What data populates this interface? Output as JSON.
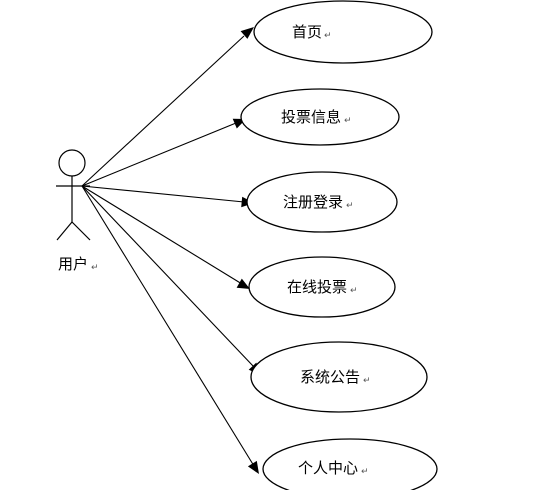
{
  "actor": {
    "label": "用户",
    "para_mark": "↵"
  },
  "use_cases": [
    {
      "id": "home",
      "label": "首页",
      "para_mark": "↵"
    },
    {
      "id": "vote-info",
      "label": "投票信息",
      "para_mark": "↵"
    },
    {
      "id": "register-login",
      "label": "注册登录",
      "para_mark": "↵"
    },
    {
      "id": "online-vote",
      "label": "在线投票",
      "para_mark": "↵"
    },
    {
      "id": "system-notice",
      "label": "系统公告",
      "para_mark": "↵"
    },
    {
      "id": "personal-center",
      "label": "个人中心",
      "para_mark": "↵"
    }
  ]
}
